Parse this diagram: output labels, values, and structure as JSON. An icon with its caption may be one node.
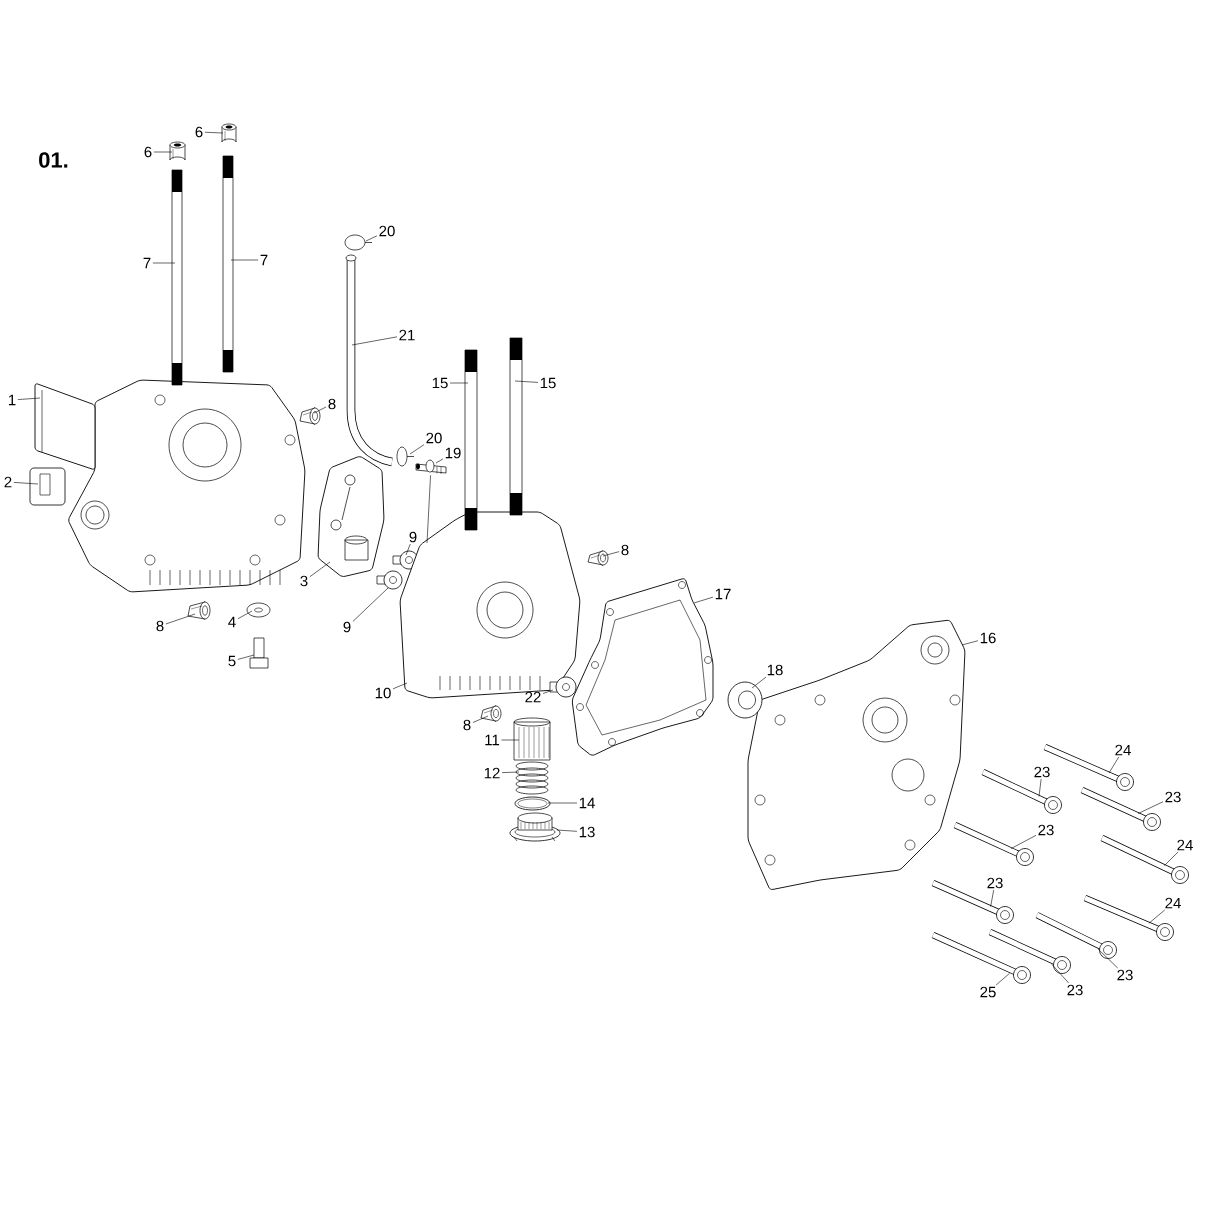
{
  "diagram": {
    "title": "01.",
    "nodes": [
      {
        "text": [
          "1"
        ]
      },
      {
        "text": [],
        "shape": "picture"
      },
      {
        "text": [
          "2"
        ]
      },
      {
        "text": [],
        "shape": "picture"
      },
      {
        "text": [
          "3"
        ]
      },
      {
        "text": [],
        "shape": "picture"
      },
      {
        "text": [
          "4"
        ]
      },
      {
        "text": [],
        "shape": "picture"
      },
      {
        "text": [
          "5"
        ]
      },
      {
        "text": [],
        "shape": "picture"
      },
      {
        "text": [
          "6"
        ]
      },
      {
        "text": [],
        "shape": "picture"
      },
      {
        "text": [
          "6"
        ]
      },
      {
        "text": [],
        "shape": "picture"
      },
      {
        "text": [
          "7"
        ]
      },
      {
        "text": [],
        "shape": "picture"
      },
      {
        "text": [
          "7"
        ]
      },
      {
        "text": [],
        "shape": "picture"
      },
      {
        "text": [
          "8"
        ]
      },
      {
        "text": [],
        "shape": "picture"
      },
      {
        "text": [
          "8"
        ]
      },
      {
        "text": [],
        "shape": "picture"
      },
      {
        "text": [
          "9"
        ]
      },
      {
        "text": [],
        "shape": "picture"
      },
      {
        "text": [
          "9"
        ]
      },
      {
        "text": [],
        "shape": "picture"
      },
      {
        "text": [
          "10"
        ]
      },
      {
        "text": [],
        "shape": "picture"
      },
      {
        "text": [
          "8"
        ]
      },
      {
        "text": [],
        "shape": "picture"
      },
      {
        "text": [
          "8"
        ]
      },
      {
        "text": [],
        "shape": "picture"
      },
      {
        "text": [
          "11"
        ]
      },
      {
        "text": [],
        "shape": "picture"
      },
      {
        "text": [
          "12"
        ]
      },
      {
        "text": [],
        "shape": "picture"
      },
      {
        "text": [
          "14"
        ]
      },
      {
        "text": [],
        "shape": "picture"
      },
      {
        "text": [
          "13"
        ]
      },
      {
        "text": [],
        "shape": "picture"
      },
      {
        "text": [
          "15"
        ]
      },
      {
        "text": [],
        "shape": "picture"
      },
      {
        "text": [
          "15"
        ]
      },
      {
        "text": [],
        "shape": "picture"
      },
      {
        "text": [
          "16"
        ]
      },
      {
        "text": [],
        "shape": "picture"
      },
      {
        "text": [
          "17"
        ]
      },
      {
        "text": [],
        "shape": "picture"
      },
      {
        "text": [
          "18"
        ]
      },
      {
        "text": [],
        "shape": "picture"
      },
      {
        "text": [
          "19"
        ]
      },
      {
        "text": [],
        "shape": "picture"
      },
      {
        "text": [
          "20"
        ]
      },
      {
        "text": [],
        "shape": "picture"
      },
      {
        "text": [
          "20"
        ]
      },
      {
        "text": [],
        "shape": "picture"
      },
      {
        "text": [
          "21"
        ]
      },
      {
        "text": [],
        "shape": "picture"
      },
      {
        "text": [
          "22"
        ]
      },
      {
        "text": [],
        "shape": "picture"
      },
      {
        "text": [
          "24"
        ]
      },
      {
        "text": [],
        "shape": "picture"
      },
      {
        "text": [
          "23"
        ]
      },
      {
        "text": [],
        "shape": "picture"
      },
      {
        "text": [
          "23"
        ]
      },
      {
        "text": [],
        "shape": "picture"
      },
      {
        "text": [
          "23"
        ]
      },
      {
        "text": [],
        "shape": "picture"
      },
      {
        "text": [
          "24"
        ]
      },
      {
        "text": [],
        "shape": "picture"
      },
      {
        "text": [
          "23"
        ]
      },
      {
        "text": [],
        "shape": "picture"
      },
      {
        "text": [
          "24"
        ]
      },
      {
        "text": [],
        "shape": "picture"
      },
      {
        "text": [
          "23"
        ]
      },
      {
        "text": [],
        "shape": "picture"
      },
      {
        "text": [
          "25"
        ]
      },
      {
        "text": [],
        "shape": "picture"
      },
      {
        "text": [
          "23"
        ]
      },
      {
        "text": [],
        "shape": "picture"
      }
    ],
    "edges": [
      {
        "from": 0,
        "to": 1,
        "arrow": "none"
      },
      {
        "from": 2,
        "to": 3,
        "arrow": "none"
      },
      {
        "from": 4,
        "to": 5,
        "arrow": "none"
      },
      {
        "from": 6,
        "to": 7,
        "arrow": "none"
      },
      {
        "from": 8,
        "to": 9,
        "arrow": "none"
      },
      {
        "from": 10,
        "to": 11,
        "arrow": "none"
      },
      {
        "from": 12,
        "to": 13,
        "arrow": "none"
      },
      {
        "from": 14,
        "to": 15,
        "arrow": "none"
      },
      {
        "from": 16,
        "to": 17,
        "arrow": "none"
      },
      {
        "from": 18,
        "to": 19,
        "arrow": "none"
      },
      {
        "from": 20,
        "to": 21,
        "arrow": "none"
      },
      {
        "from": 22,
        "to": 23,
        "arrow": "none"
      },
      {
        "from": 24,
        "to": 25,
        "arrow": "none"
      },
      {
        "from": 26,
        "to": 27,
        "arrow": "none"
      },
      {
        "from": 28,
        "to": 29,
        "arrow": "none"
      },
      {
        "from": 30,
        "to": 31,
        "arrow": "none"
      },
      {
        "from": 32,
        "to": 33,
        "arrow": "none"
      },
      {
        "from": 34,
        "to": 35,
        "arrow": "none"
      },
      {
        "from": 36,
        "to": 37,
        "arrow": "none"
      },
      {
        "from": 38,
        "to": 39,
        "arrow": "none"
      },
      {
        "from": 40,
        "to": 41,
        "arrow": "none"
      },
      {
        "from": 42,
        "to": 43,
        "arrow": "none"
      },
      {
        "from": 44,
        "to": 45,
        "arrow": "none"
      },
      {
        "from": 46,
        "to": 47,
        "arrow": "none"
      },
      {
        "from": 48,
        "to": 49,
        "arrow": "none"
      },
      {
        "from": 50,
        "to": 51,
        "arrow": "none"
      },
      {
        "from": 52,
        "to": 53,
        "arrow": "none"
      },
      {
        "from": 54,
        "to": 55,
        "arrow": "none"
      },
      {
        "from": 56,
        "to": 57,
        "arrow": "none"
      },
      {
        "from": 58,
        "to": 59,
        "arrow": "none"
      },
      {
        "from": 60,
        "to": 61,
        "arrow": "none"
      },
      {
        "from": 62,
        "to": 63,
        "arrow": "none"
      },
      {
        "from": 64,
        "to": 65,
        "arrow": "none"
      },
      {
        "from": 66,
        "to": 67,
        "arrow": "none"
      },
      {
        "from": 68,
        "to": 69,
        "arrow": "none"
      },
      {
        "from": 70,
        "to": 71,
        "arrow": "none"
      },
      {
        "from": 72,
        "to": 73,
        "arrow": "none"
      },
      {
        "from": 74,
        "to": 75,
        "arrow": "none"
      },
      {
        "from": 76,
        "to": 77,
        "arrow": "none"
      },
      {
        "from": 78,
        "to": 79,
        "arrow": "none"
      },
      {
        "from": 51,
        "to": 27,
        "arrow": "none"
      }
    ]
  }
}
